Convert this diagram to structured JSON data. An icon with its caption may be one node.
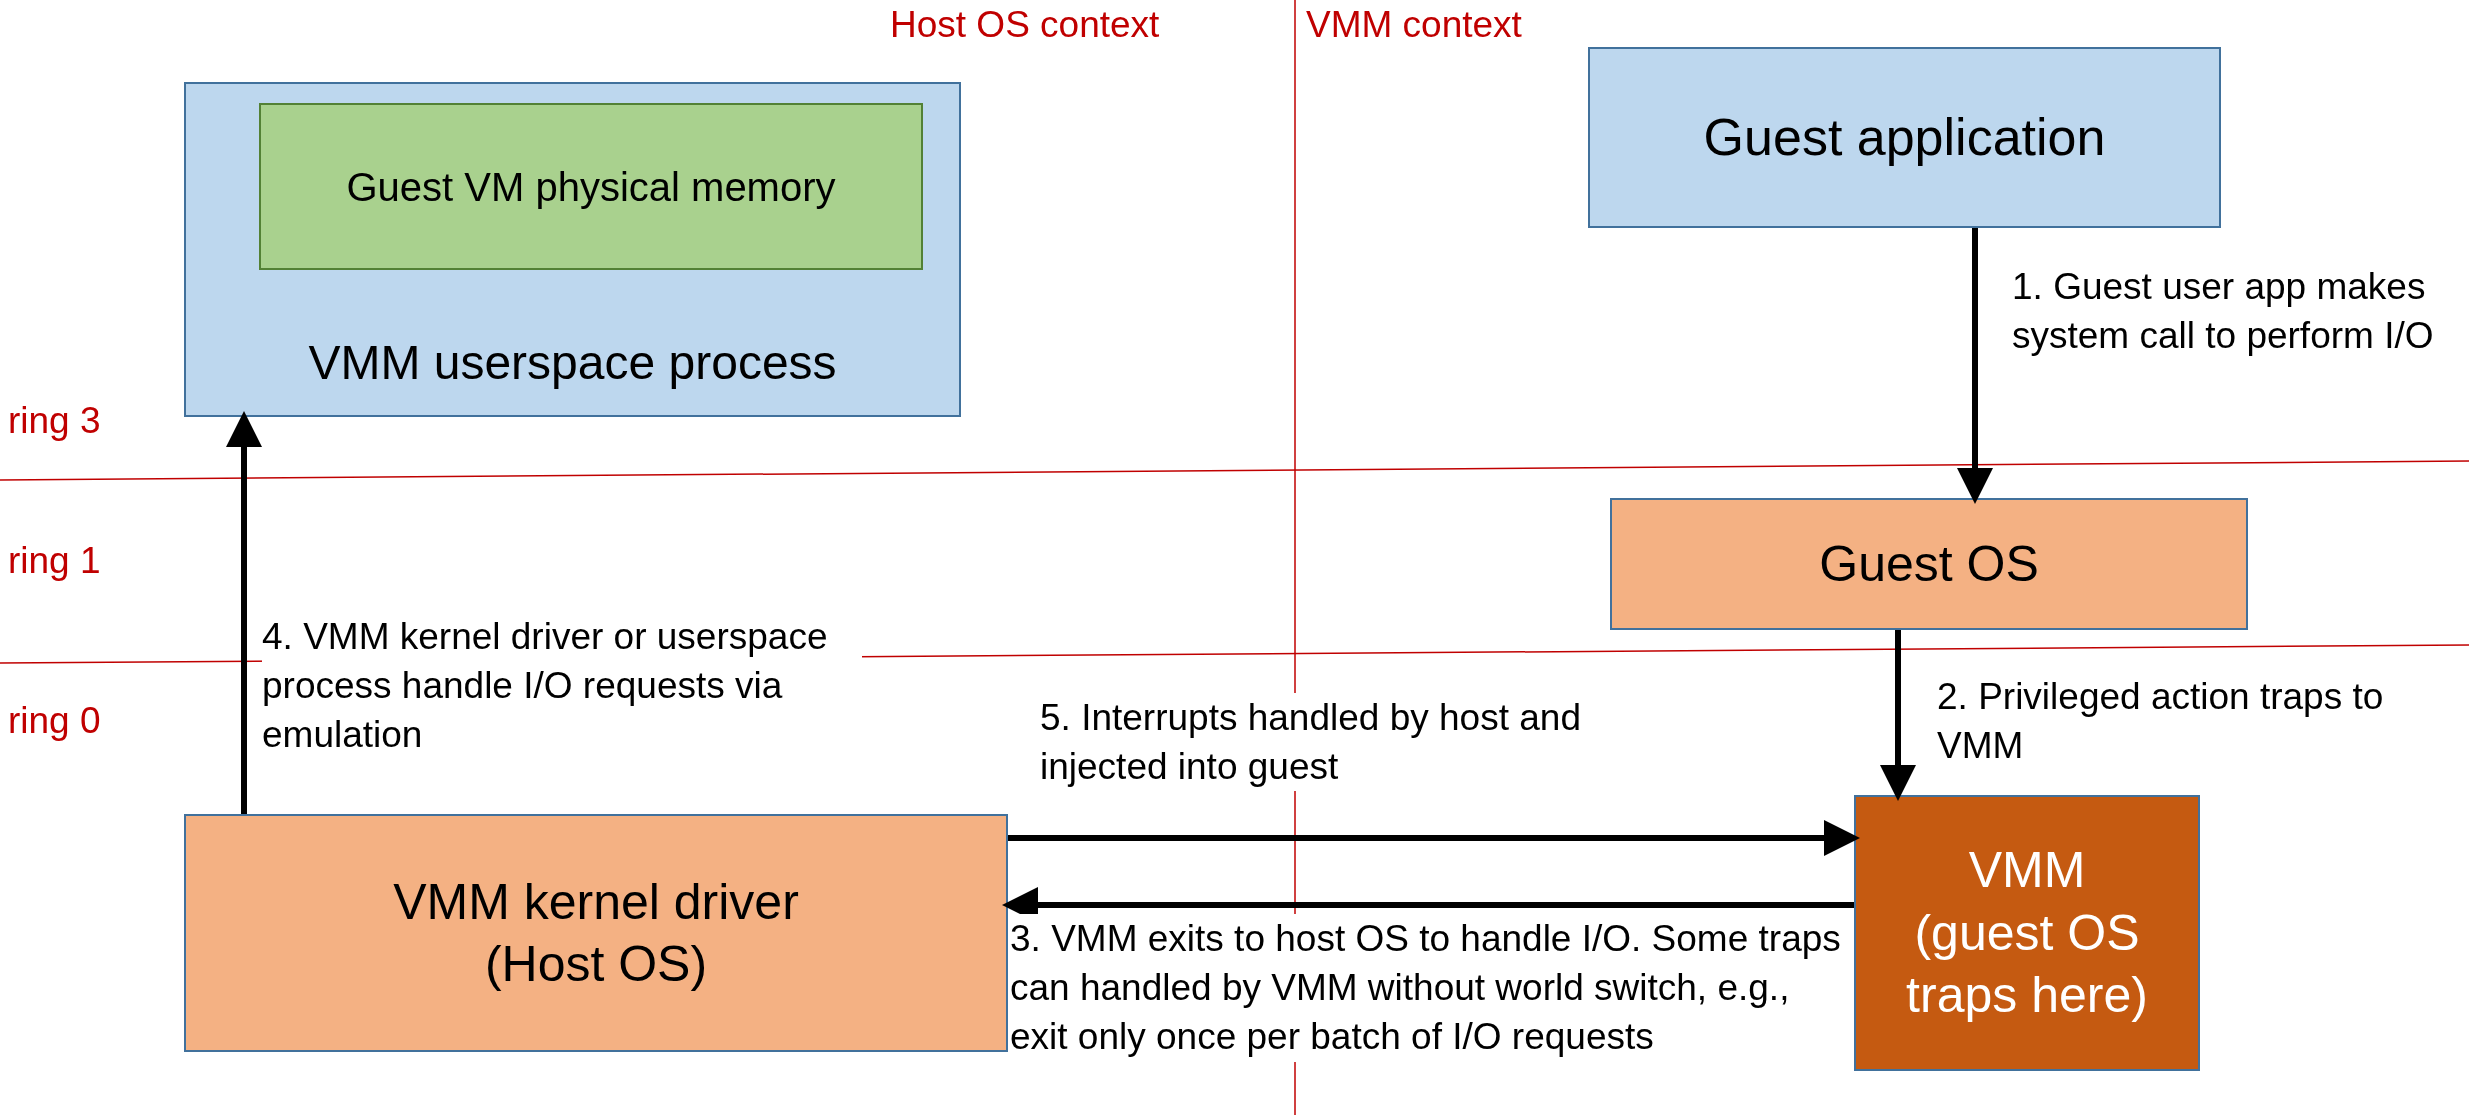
{
  "diagram": {
    "nodes": [
      {
        "text": [
          "VMM userspace process"
        ]
      },
      {
        "text": [
          "Guest VM physical memory"
        ],
        "in": 0
      },
      {
        "text": [
          "Guest application"
        ]
      },
      {
        "text": [
          "Guest OS"
        ]
      },
      {
        "text": [
          "VMM kernel driver",
          "(Host OS)"
        ]
      },
      {
        "text": [
          "VMM",
          "(guest OS traps here)"
        ]
      }
    ],
    "edges": [
      {
        "from": 2,
        "to": 3,
        "arrow": "to",
        "label": "1. Guest user app makes system call to perform I/O"
      },
      {
        "from": 3,
        "to": 5,
        "arrow": "to",
        "label": "2. Privileged action traps to VMM"
      },
      {
        "from": 5,
        "to": 4,
        "arrow": "to",
        "label": "3. VMM exits to host OS to handle I/O. Some traps can handled by VMM without world switch, e.g., exit only once per batch of I/O requests"
      },
      {
        "from": 4,
        "to": 0,
        "arrow": "to",
        "label": "4. VMM kernel driver or userspace process handle I/O requests via emulation"
      },
      {
        "from": 4,
        "to": 5,
        "arrow": "to",
        "label": "5. Interrupts handled by host and injected into guest"
      }
    ],
    "labels": [
      "Host OS context",
      "VMM context",
      "ring 3",
      "ring 1",
      "ring 0"
    ]
  }
}
